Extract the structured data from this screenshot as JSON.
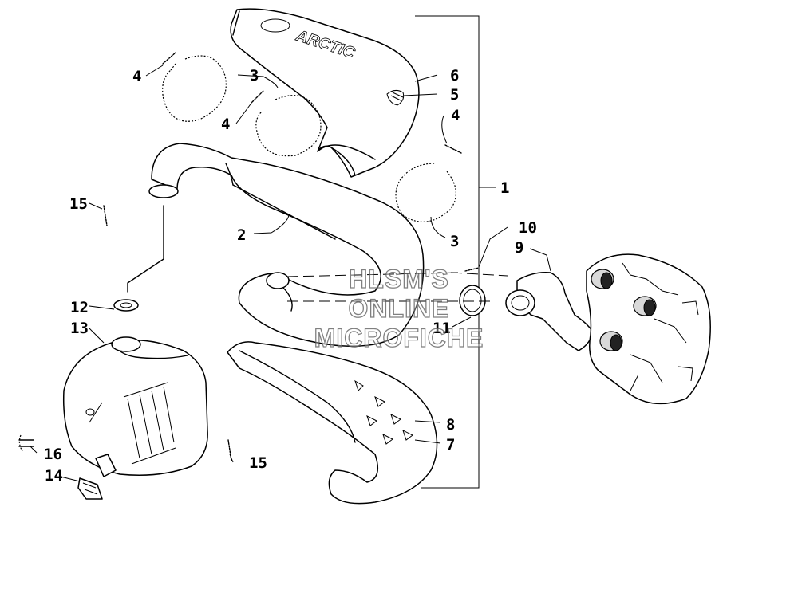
{
  "callouts": {
    "c1": "1",
    "c2": "2",
    "c3a": "3",
    "c3b": "3",
    "c4a": "4",
    "c4b": "4",
    "c4c": "4",
    "c5": "5",
    "c6": "6",
    "c7": "7",
    "c8": "8",
    "c9": "9",
    "c10": "10",
    "c11": "11",
    "c12": "12",
    "c13": "13",
    "c14": "14",
    "c15a": "15",
    "c15b": "15",
    "c16": "16"
  },
  "watermark": {
    "line1": "HLSM'S",
    "line2": "ONLINE",
    "line3": "MICROFICHE"
  }
}
